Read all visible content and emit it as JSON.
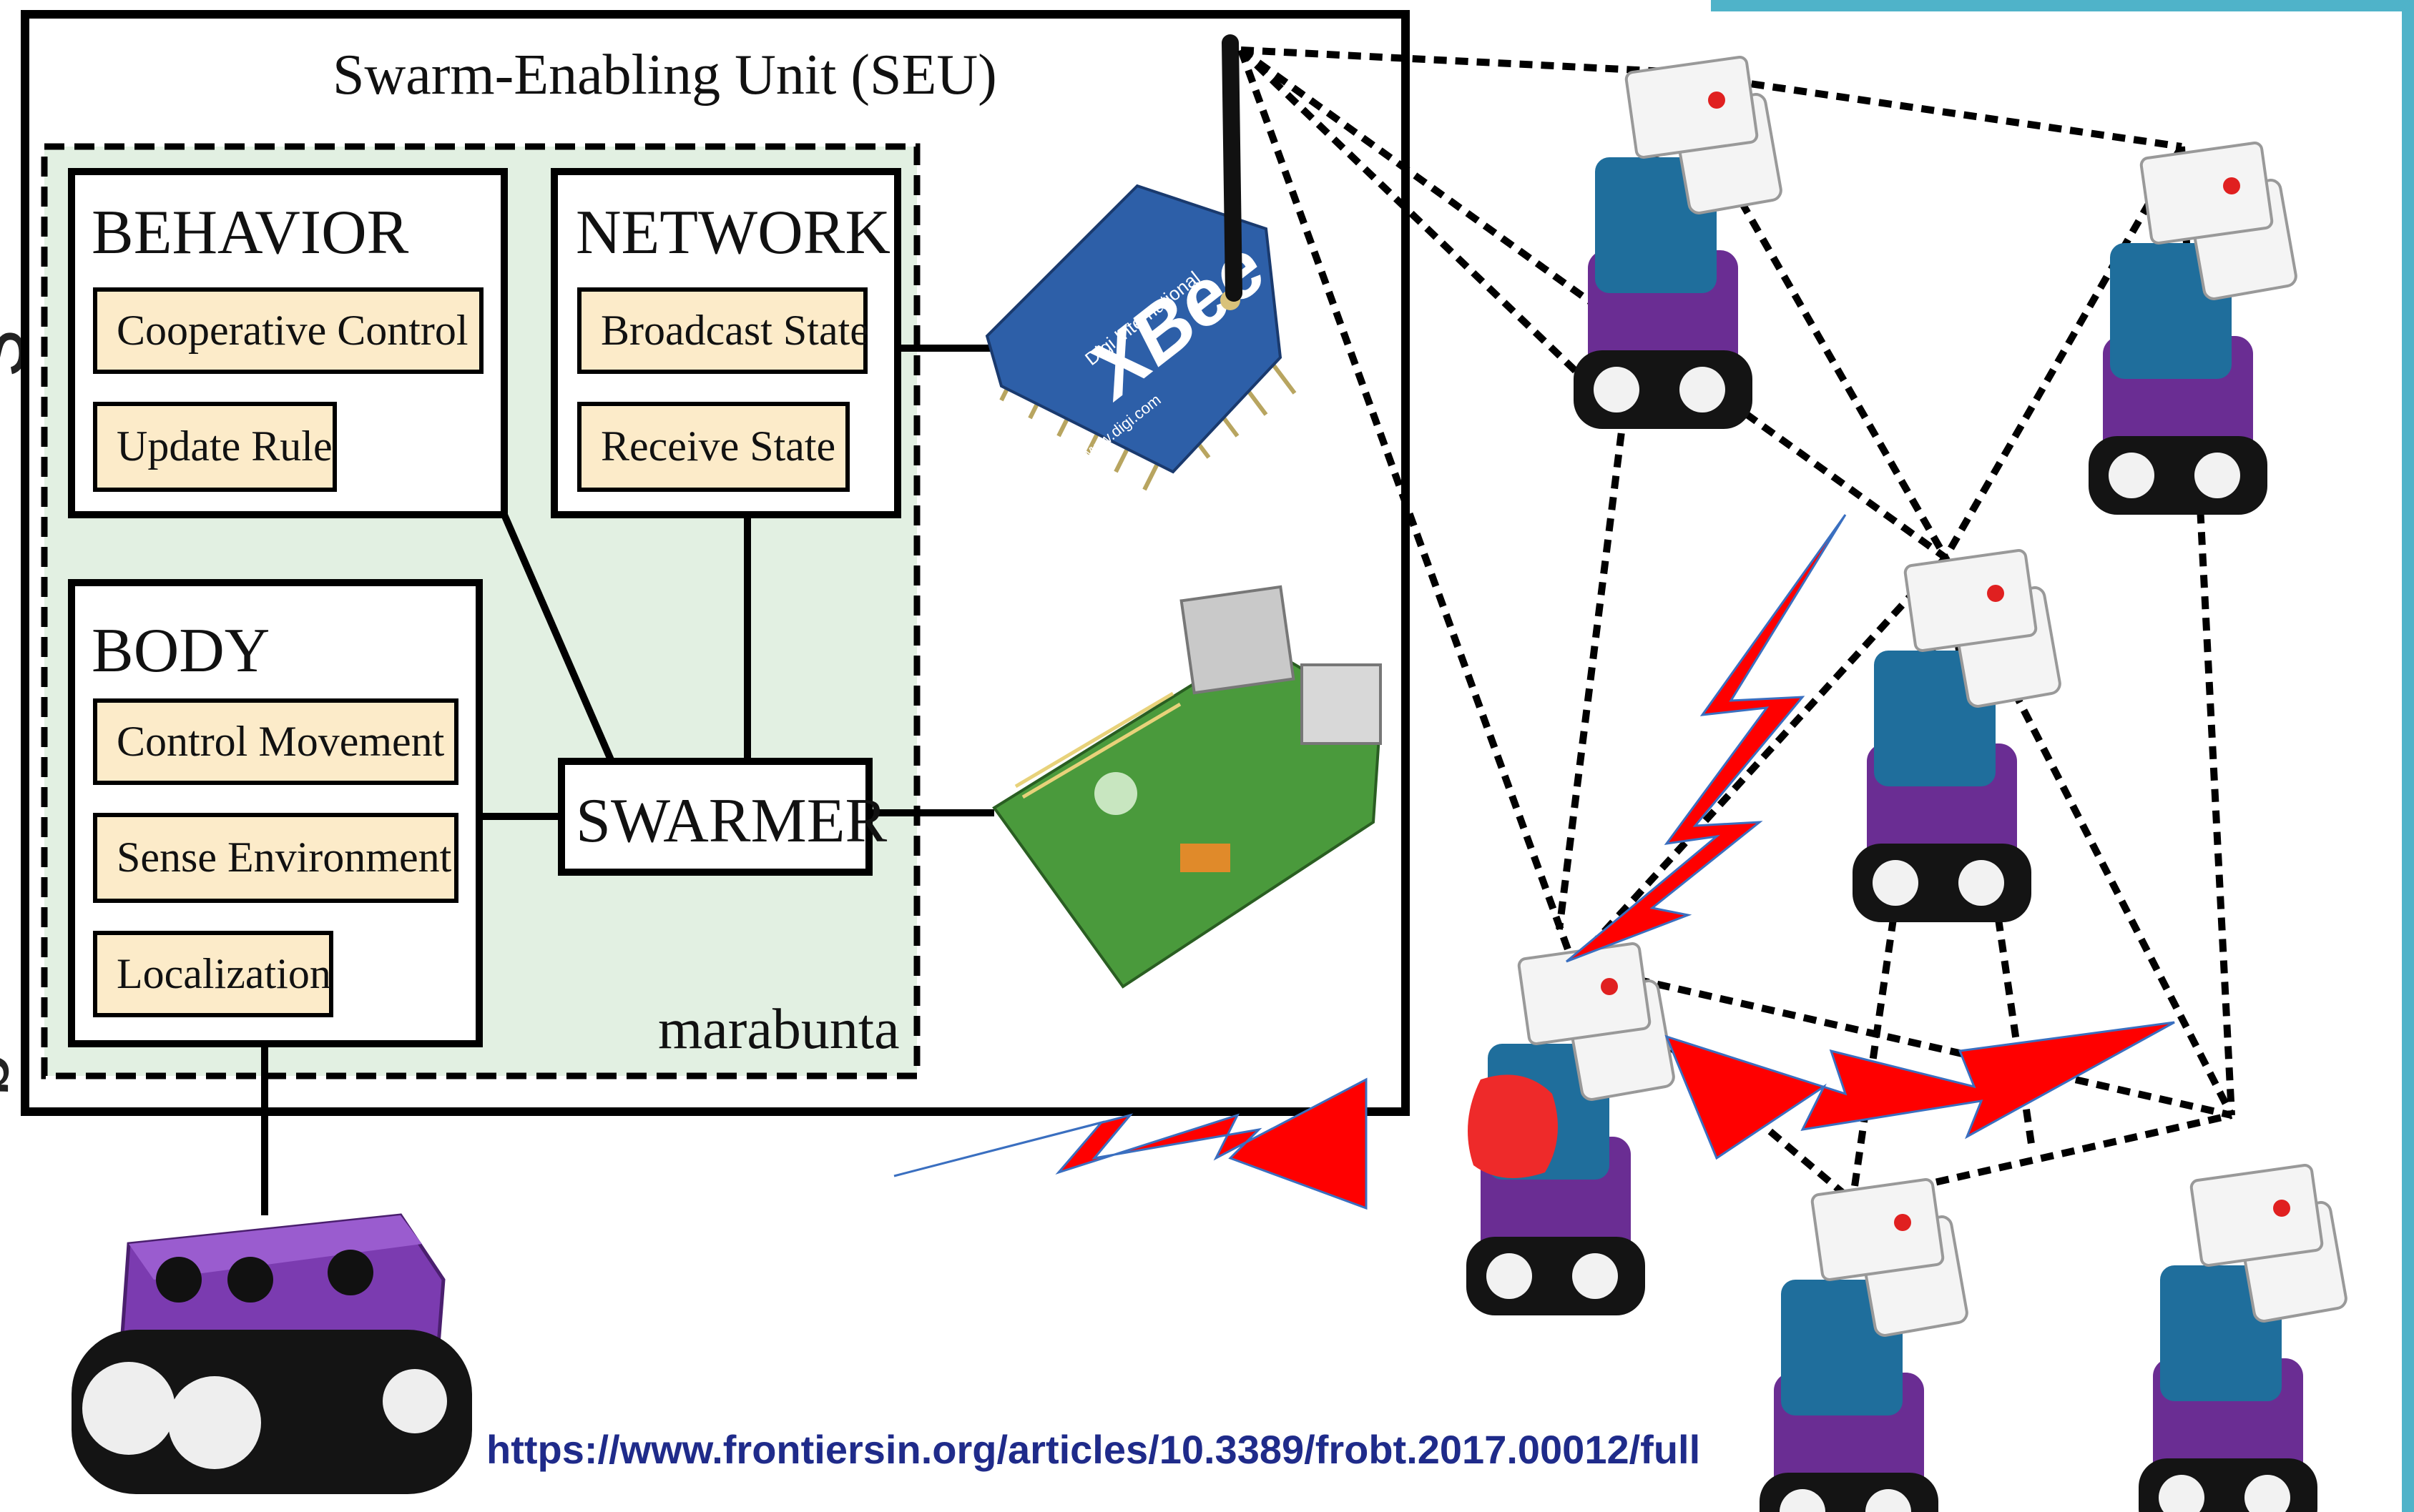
{
  "seu": {
    "title": "Swarm-Enabling Unit (SEU)",
    "container_label": "marabunta"
  },
  "modules": {
    "behavior": {
      "title": "BEHAVIOR",
      "items": [
        "Cooperative Control",
        "Update Rule"
      ]
    },
    "network": {
      "title": "NETWORK",
      "items": [
        "Broadcast State",
        "Receive State"
      ]
    },
    "body": {
      "title": "BODY",
      "items": [
        "Control Movement",
        "Sense Environment",
        "Localization"
      ]
    },
    "swarmer": {
      "title": "SWARMER"
    }
  },
  "xbee": {
    "brand": "XBee",
    "maker": "Digi International",
    "url": "www.digi.com"
  },
  "footer": {
    "url": "https://www.frontiersin.org/articles/10.3389/frobt.2017.00012/full"
  },
  "left_edge_fragments": {
    "top": "S",
    "bottom": "g"
  },
  "colors": {
    "panel_fill": "#e2f0e2",
    "item_fill": "#fcebc9",
    "lightning": "#ff0000",
    "accent_frame": "#4fb3c9",
    "url_text": "#1f2b8a",
    "robot_purple": "#7b3bb0",
    "robot_blue": "#1f6e9c"
  }
}
